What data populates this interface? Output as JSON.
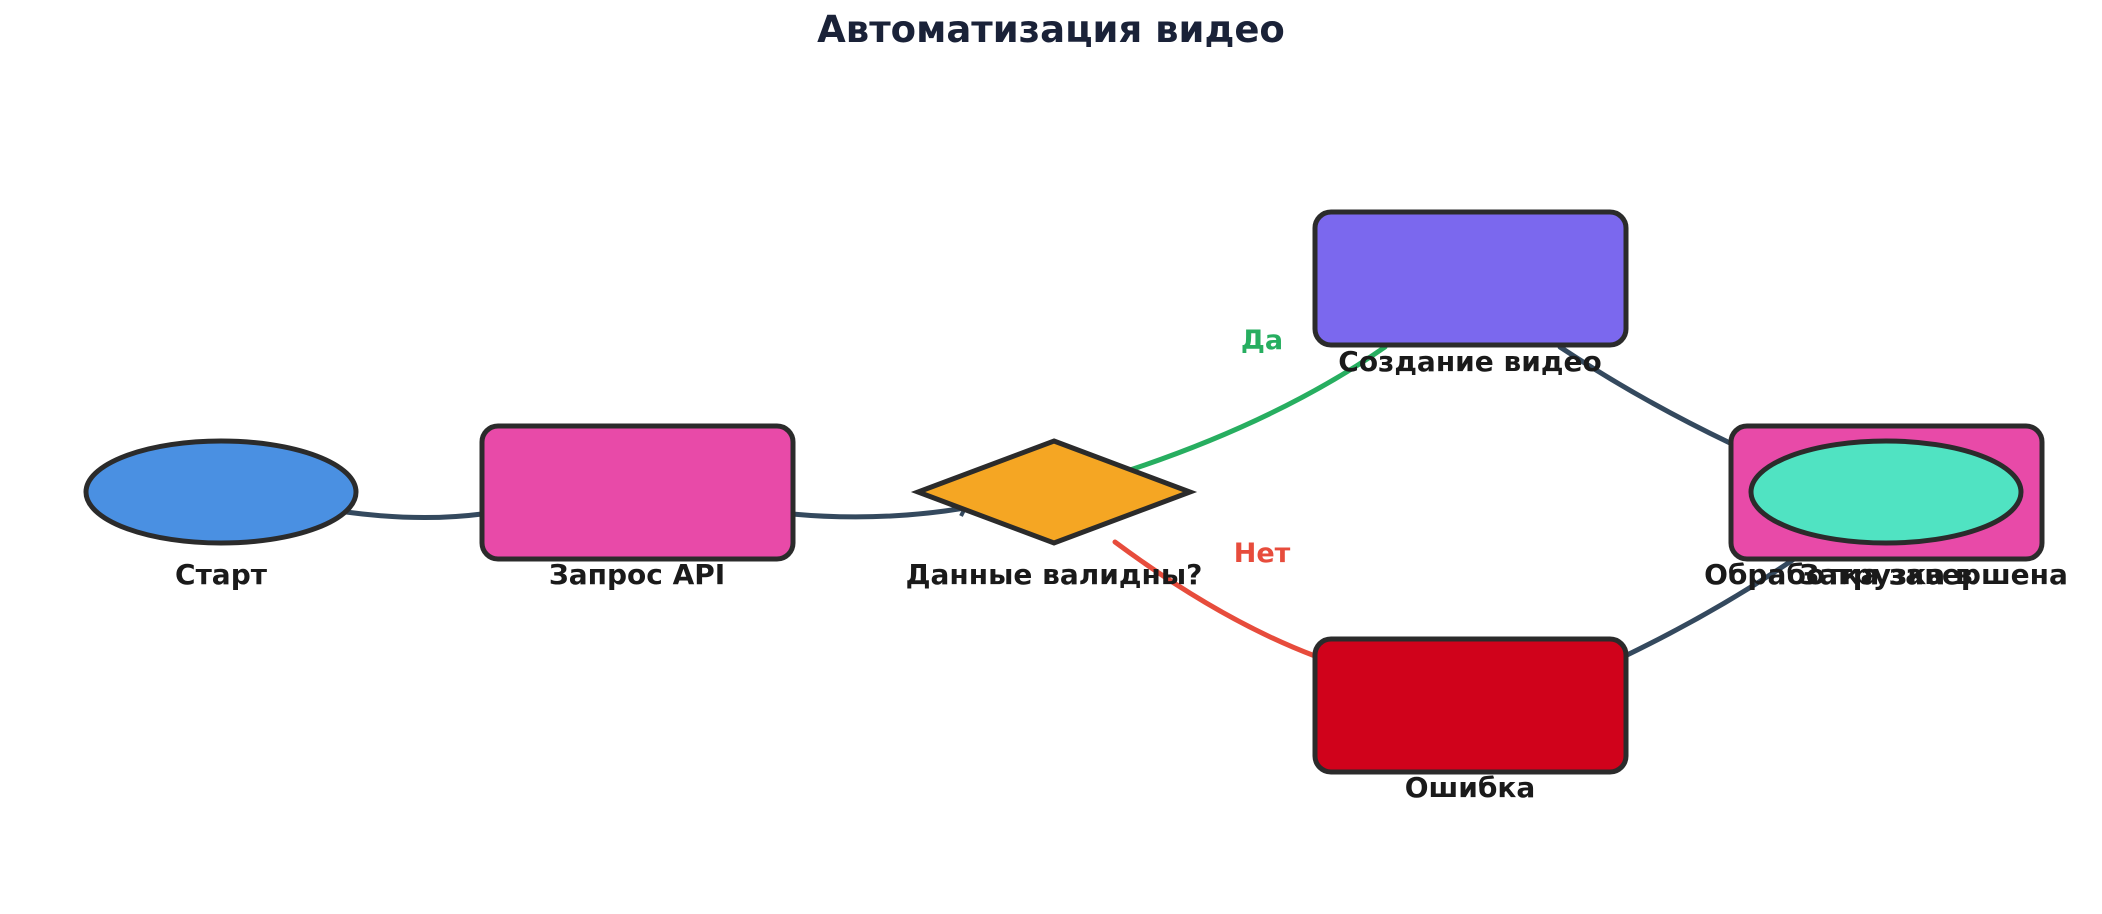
{
  "title": "Автоматизация видео",
  "colors": {
    "title": "#1a2238",
    "outline": "#2b2b2b",
    "edge_default": "#34495e",
    "edge_yes": "#27ae60",
    "edge_no": "#e74c3c"
  },
  "nodes": {
    "start": {
      "label": "Старт",
      "shape": "ellipse",
      "fill": "#4a90e2"
    },
    "api_request": {
      "label": "Запрос API",
      "shape": "rounded-rectangle",
      "fill": "#e84aa8"
    },
    "data_valid": {
      "label": "Данные валидны?",
      "shape": "diamond",
      "fill": "#f5a623"
    },
    "create_video": {
      "label": "Создание видео",
      "shape": "rounded-rectangle",
      "fill": "#7b68ee"
    },
    "error": {
      "label": "Ошибка",
      "shape": "rounded-rectangle",
      "fill": "#d0021b"
    },
    "processing": {
      "label": "Обработка завершена",
      "shape": "rounded-rectangle",
      "fill": "#e84aa8"
    },
    "upload": {
      "label": "Загрузка в",
      "shape": "ellipse",
      "fill": "#50e3c2"
    }
  },
  "edges": [
    {
      "from": "start",
      "to": "api_request",
      "label": "",
      "color": "#34495e"
    },
    {
      "from": "api_request",
      "to": "data_valid",
      "label": "",
      "color": "#34495e"
    },
    {
      "from": "data_valid",
      "to": "create_video",
      "label": "Да",
      "color": "#27ae60"
    },
    {
      "from": "data_valid",
      "to": "error",
      "label": "Нет",
      "color": "#e74c3c"
    },
    {
      "from": "create_video",
      "to": "processing",
      "label": "",
      "color": "#34495e"
    },
    {
      "from": "error",
      "to": "upload",
      "label": "",
      "color": "#34495e"
    }
  ]
}
